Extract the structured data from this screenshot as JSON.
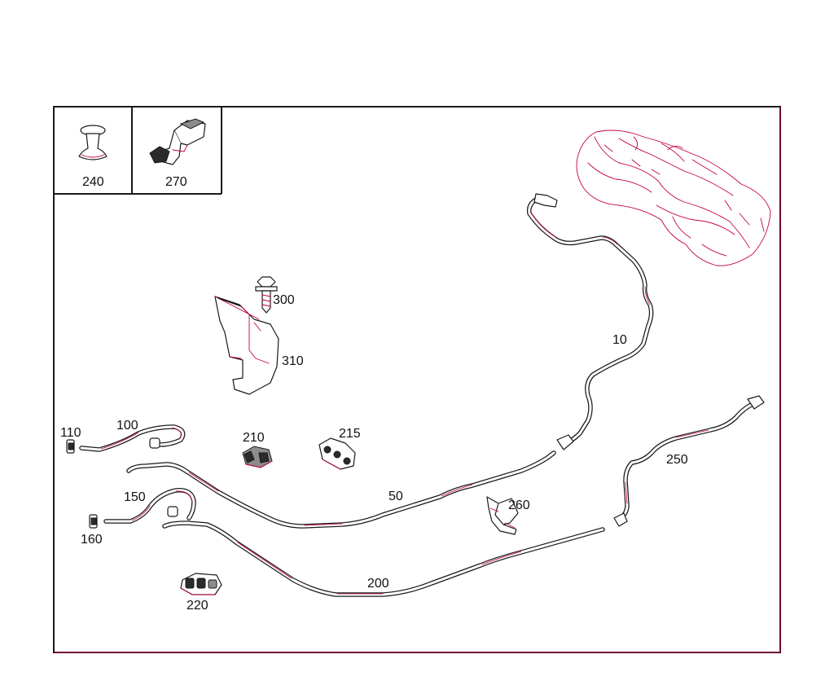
{
  "parts": {
    "p240": "240",
    "p270": "270",
    "p300": "300",
    "p310": "310",
    "p10": "10",
    "p110": "110",
    "p100": "100",
    "p210": "210",
    "p215": "215",
    "p50": "50",
    "p250": "250",
    "p150": "150",
    "p260": "260",
    "p160": "160",
    "p200": "200",
    "p220": "220"
  },
  "colors": {
    "line": "#1a1a1a",
    "highlight": "#c4003c",
    "background": "#ffffff"
  }
}
